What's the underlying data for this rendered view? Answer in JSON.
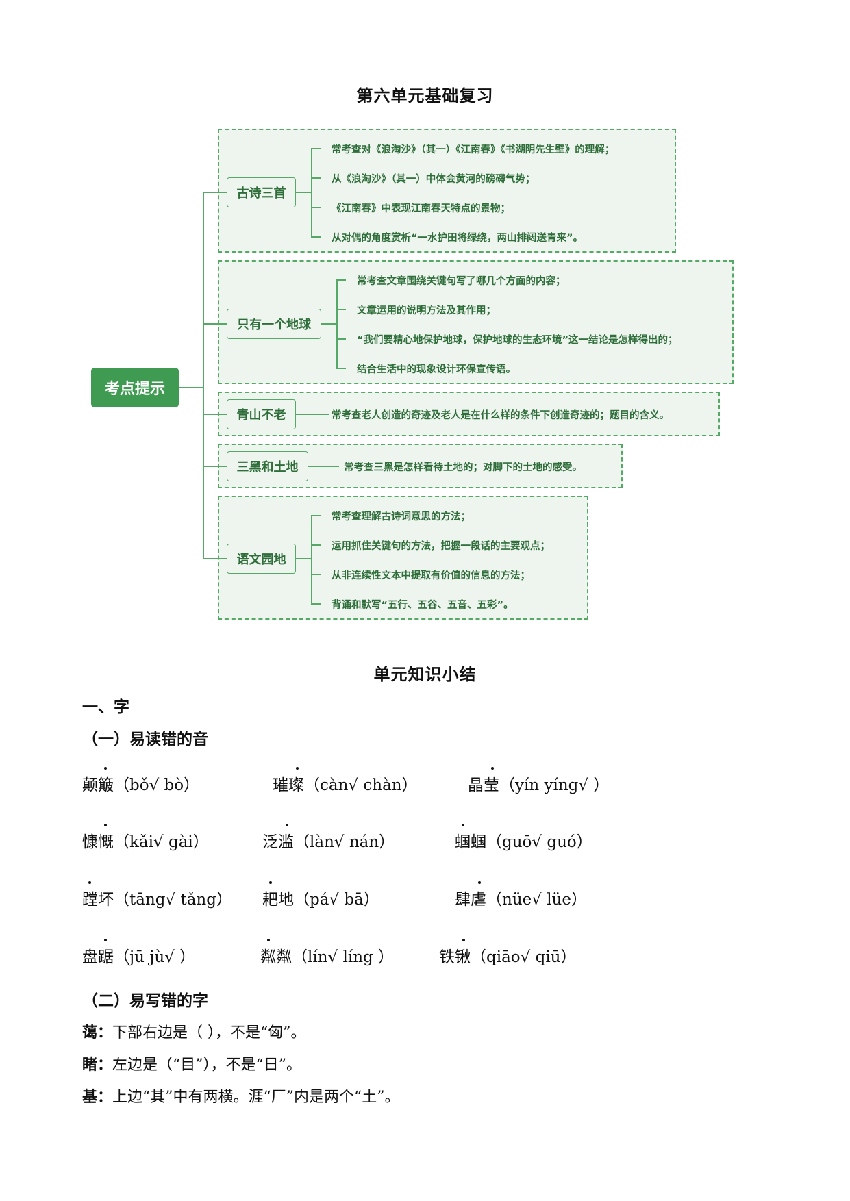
{
  "page_title": "第六单元基础复习",
  "mindmap": {
    "root": "考点提示",
    "topics": [
      {
        "label": "古诗三首",
        "items": [
          "常考查对《浪淘沙》（其一）《江南春》《书湖阴先生壁》的理解；",
          "从《浪淘沙》（其一）中体会黄河的磅礴气势；",
          "《江南春》中表现江南春天特点的景物；",
          "从对偶的角度赏析“一水护田将绿绕，两山排闼送青来”。"
        ]
      },
      {
        "label": "只有一个地球",
        "items": [
          "常考查文章围绕关键句写了哪几个方面的内容；",
          "文章运用的说明方法及其作用；",
          "“我们要精心地保护地球，保护地球的生态环境”这一结论是怎样得出的；",
          "结合生活中的现象设计环保宣传语。"
        ]
      },
      {
        "label": "青山不老",
        "items": [
          "常考查老人创造的奇迹及老人是在什么样的条件下创造奇迹的；题目的含义。"
        ]
      },
      {
        "label": "三黑和土地",
        "items": [
          "常考查三黑是怎样看待土地的；对脚下的土地的感受。"
        ]
      },
      {
        "label": "语文园地",
        "items": [
          "常考查理解古诗词意思的方法；",
          "运用抓住关键句的方法，把握一段话的主要观点；",
          "从非连续性文本中提取有价值的信息的方法；",
          "背诵和默写“五行、五谷、五音、五彩”。"
        ]
      }
    ]
  },
  "summary_title": "单元知识小结",
  "section1": "一、字",
  "subsection1": "（一）易读错的音",
  "pinyin_rows": [
    [
      "颠簸（bǒ√  bò）",
      "璀璨（càn√  chàn）",
      "晶莹（yín  yíng√ ）"
    ],
    [
      "慷慨（kǎi√  gài）",
      "泛滥（làn√  nán）",
      "蝈蝈（guō√   guó）"
    ],
    [
      "蹚坏（tāng√  tǎng）",
      "耙地（pá√   bā）",
      "肆虐（nüe√   lüe）"
    ],
    [
      "盘踞（jū  jù√ ）",
      "粼粼（lín√  líng ）",
      "铁锹（qiāo√   qiū）"
    ]
  ],
  "subsection2": "（二）易写错的字",
  "writing": [
    {
      "char": "蔼：",
      "text": "下部右边是（     ），不是“匈”。"
    },
    {
      "char": "睹：",
      "text": "左边是（“目”），不是“日”。"
    },
    {
      "char": "基：",
      "text": "上边“其”中有两横。涯“厂”内是两个“土”。"
    }
  ]
}
